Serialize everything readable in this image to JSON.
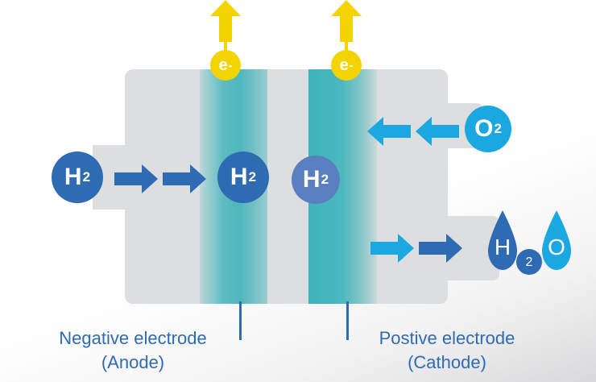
{
  "molecules": {
    "h2_left": "H",
    "h2_anode": "H",
    "h2_cathode": "H",
    "h2_subscript": "2",
    "o2": "O",
    "o2_subscript": "2"
  },
  "electrons": {
    "left_symbol": "e",
    "left_charge": "-",
    "right_symbol": "e",
    "right_charge": "-"
  },
  "water": {
    "h": "H",
    "sub": "2",
    "o": "O"
  },
  "labels": {
    "anode_line1": "Negative electrode",
    "anode_line2": "(Anode)",
    "cathode_line1": "Postive electrode",
    "cathode_line2": "(Cathode)"
  },
  "colors": {
    "hydrogen": "#2e6bb3",
    "oxygen": "#1ba8e0",
    "electron": "#f4d400",
    "electrode": "#4db7bd",
    "arrow_blue": "#2e6bb3",
    "arrow_cyan": "#1ba8e0"
  },
  "icons": [
    "electron-up-arrow-icon",
    "right-arrow-icon",
    "left-arrow-icon",
    "water-drop-icon"
  ]
}
